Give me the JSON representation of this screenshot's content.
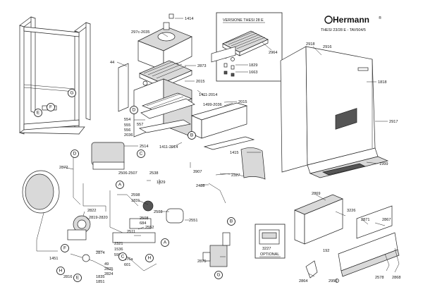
{
  "brand": {
    "name": "Hermann",
    "registered_mark": "®",
    "model_line": "THESI 23/28 E - TAV504/5"
  },
  "inset": {
    "title": "VERSIONE THESI 28 E",
    "parts": [
      "2964",
      "1829",
      "1663"
    ]
  },
  "optional_label": "OPTIONAL",
  "part_labels": [
    "1414",
    "297c-2035",
    "44",
    "2873",
    "2015",
    "1411-2014",
    "1499-2036",
    "2015",
    "554",
    "555",
    "556",
    "557",
    "2036",
    "2514",
    "1411-2014",
    "1415",
    "3907",
    "2327",
    "2872",
    "2506-2507",
    "2538",
    "1829",
    "2488",
    "2598",
    "1831",
    "2503",
    "2508",
    "684",
    "2822",
    "2819-2820",
    "2511",
    "2552",
    "2551",
    "2321",
    "1536",
    "599",
    "2874",
    "676a",
    "601",
    "49",
    "2825",
    "2824",
    "1451",
    "2816",
    "1835",
    "1851",
    "3227",
    "2875",
    "2869",
    "3226",
    "192",
    "2871",
    "2867",
    "2918",
    "2916",
    "2917",
    "1818",
    "1999",
    "2864",
    "2959",
    "2578",
    "2868"
  ],
  "callouts": [
    "A",
    "B",
    "C",
    "D",
    "E",
    "F",
    "G",
    "H"
  ]
}
